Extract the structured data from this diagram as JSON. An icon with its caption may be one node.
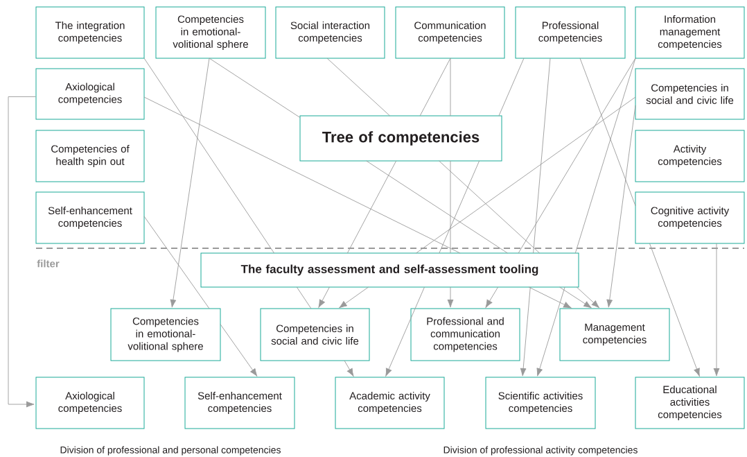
{
  "diagram": {
    "nodes": [
      {
        "text": [
          "The integration competencies"
        ]
      },
      {
        "text": [
          "Competencies in emotional-volitional sphere"
        ]
      },
      {
        "text": [
          "Social interaction competencies"
        ]
      },
      {
        "text": [
          "Communication competencies"
        ]
      },
      {
        "text": [
          "Professional competencies"
        ]
      },
      {
        "text": [
          "Information management competencies"
        ]
      },
      {
        "text": [
          "Axiological competencies"
        ]
      },
      {
        "text": [
          "Competencies of health spin out"
        ]
      },
      {
        "text": [
          "Self-enhancement competencies"
        ]
      },
      {
        "text": [
          "Competencies in social and civic life"
        ]
      },
      {
        "text": [
          "Activity competencies"
        ]
      },
      {
        "text": [
          "Cognitive activity competencies"
        ]
      },
      {
        "text": [
          "Tree of competencies"
        ]
      },
      {
        "text": [
          "The faculty assessment and self-assessment tooling"
        ]
      },
      {
        "text": [
          "Competencies in emotional-volitional sphere"
        ]
      },
      {
        "text": [
          "Competencies in social and civic life"
        ]
      },
      {
        "text": [
          "Professional and communication competencies"
        ]
      },
      {
        "text": [
          "Management competencies"
        ]
      },
      {
        "text": [
          "Axiological competencies"
        ]
      },
      {
        "text": [
          "Self-enhancement competencies"
        ]
      },
      {
        "text": [
          "Academic activity competencies"
        ]
      },
      {
        "text": [
          "Scientific activities competencies"
        ]
      },
      {
        "text": [
          "Educational activities competencies"
        ]
      }
    ],
    "edges": [
      {
        "from": 0,
        "to": 13,
        "arrow": "none"
      },
      {
        "from": 13,
        "to": 15,
        "arrow": "none"
      },
      {
        "from": 1,
        "to": 14,
        "arrow": "to"
      },
      {
        "from": 1,
        "to": 12,
        "arrow": "none"
      },
      {
        "from": 12,
        "to": 13,
        "arrow": "none"
      },
      {
        "from": 13,
        "to": 17,
        "arrow": "to"
      },
      {
        "from": 2,
        "to": 12,
        "arrow": "none"
      },
      {
        "from": 12,
        "to": 13,
        "arrow": "none"
      },
      {
        "from": 13,
        "to": 17,
        "arrow": "to"
      },
      {
        "from": 3,
        "to": 12,
        "arrow": "none"
      },
      {
        "from": 12,
        "to": 13,
        "arrow": "none"
      },
      {
        "from": 13,
        "to": 15,
        "arrow": "to"
      },
      {
        "from": 3,
        "to": 12,
        "arrow": "none"
      },
      {
        "from": 12,
        "to": 13,
        "arrow": "none"
      },
      {
        "from": 13,
        "to": 16,
        "arrow": "to"
      },
      {
        "from": 4,
        "to": 12,
        "arrow": "none"
      },
      {
        "from": 12,
        "to": 13,
        "arrow": "none"
      },
      {
        "from": 13,
        "to": 20,
        "arrow": "to"
      },
      {
        "from": 4,
        "to": 13,
        "arrow": "none"
      },
      {
        "from": 13,
        "to": 21,
        "arrow": "to"
      },
      {
        "from": 4,
        "to": 11,
        "arrow": "none"
      },
      {
        "from": 11,
        "to": 22,
        "arrow": "to"
      },
      {
        "from": 5,
        "to": 13,
        "arrow": "none"
      },
      {
        "from": 13,
        "to": 16,
        "arrow": "to"
      },
      {
        "from": 5,
        "to": 13,
        "arrow": "none"
      },
      {
        "from": 13,
        "to": 21,
        "arrow": "to"
      },
      {
        "from": 9,
        "to": 13,
        "arrow": "none"
      },
      {
        "from": 13,
        "to": 15,
        "arrow": "to"
      },
      {
        "from": 9,
        "to": 17,
        "arrow": "to"
      },
      {
        "from": 11,
        "to": 22,
        "arrow": "to"
      },
      {
        "from": 8,
        "to": 14,
        "arrow": "none"
      },
      {
        "from": 14,
        "to": 19,
        "arrow": "to"
      },
      {
        "from": 6,
        "to": 13,
        "arrow": "none"
      },
      {
        "from": 13,
        "to": 17,
        "arrow": "to"
      },
      {
        "from": 6,
        "to": 18,
        "arrow": "to"
      },
      {
        "from": 15,
        "to": 20,
        "arrow": "to"
      }
    ],
    "labels": [
      "filter",
      "Division of professional and personal competencies",
      "Division of professional activity competencies"
    ]
  }
}
